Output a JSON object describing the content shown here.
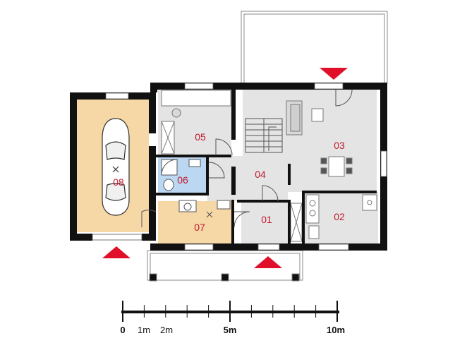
{
  "rooms": [
    {
      "id": "01",
      "label": "01"
    },
    {
      "id": "02",
      "label": "02"
    },
    {
      "id": "03",
      "label": "03"
    },
    {
      "id": "04",
      "label": "04"
    },
    {
      "id": "05",
      "label": "05"
    },
    {
      "id": "06",
      "label": "06"
    },
    {
      "id": "07",
      "label": "07"
    },
    {
      "id": "08",
      "label": "08"
    }
  ],
  "scale_bar": {
    "labels": [
      "0",
      "1m",
      "2m",
      "5m",
      "10m"
    ],
    "max_m": 10
  },
  "colors": {
    "wall": "#111111",
    "floor_grey": "#e4e4e4",
    "garage_floor": "#f6d7a6",
    "utility_floor": "#f6d7a6",
    "bathroom_floor": "#bcd7f2",
    "label": "#c0182b",
    "entrance_marker": "#e0102b"
  }
}
